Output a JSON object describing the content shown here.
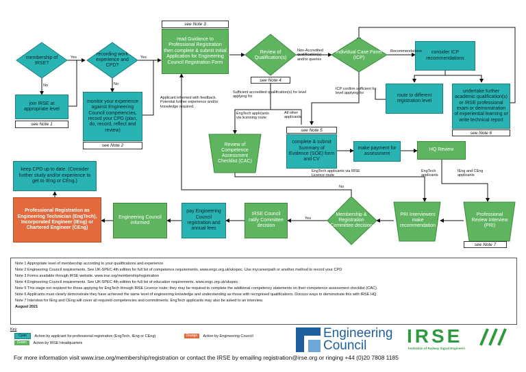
{
  "nodes": {
    "membership": "membership of IRSE?",
    "recording": "recording work experience and CPD?",
    "join_irse": "join IRSE at appropriate level",
    "monitor": "monitor your experience against Engineering Council competencies, record your CPD (plan, do, record, reflect and review)",
    "read_guidance": "read Guidance to Professional Registration then complete & submit Initial Application for Engineering Council Registration Form",
    "review_quals": "Review of Qualification(s)",
    "icp": "Individual Case Panel (ICP)",
    "consider_icp": "consider ICP recommendations",
    "route_different": "route to different registration level",
    "undertake": "undertake further academic qualification(s) or IRSE professional exam or demonstration of experiential learning or write technical report",
    "competence_check": "Review of Competence Assessment Checklist (CAC)",
    "complete_soe": "complete & submit Summary of Evidence (SOE) form and CV",
    "make_payment": "make payment for assessment",
    "hq_review": "HQ Review",
    "keep_cpd": "keep CPD up to date. (Consider further study and/or experience to get to IEng or CEng.)",
    "professional_reg": "Professional Registration as Engineering Technician (EngTech), Incorporated Engineer (IEng) or Chartered Engineer (CEng)",
    "ec_informed": "Engineering Council informed",
    "pay_ec": "pay Engineering Council registration and annual fees",
    "irse_ratify": "IRSE Council ratify Committee decision",
    "mrc_decision": "Membership & Registration Committee decision",
    "pri_interviewers": "PRI Interviewers make recommendation",
    "pri": "Professional Review Interview (PRI)"
  },
  "notes_tags": {
    "n1": "see Note 1",
    "n2": "see Note 2",
    "n3": "see Note 3",
    "n4": "see Note 4",
    "n5": "see Note 5",
    "n6": "see Note 6",
    "n7": "see Note 7"
  },
  "labels": {
    "yes1": "Yes",
    "yes2": "Yes",
    "no1": "No",
    "no2": "No",
    "non_accredited": "Non-Accredited qualification(s) and/or queries",
    "recommendations": "Recommendations",
    "applicant_informed": "Applicant informed with feedback. Potential further experience and/or knowledge required.",
    "sufficient_accredited": "Sufficient accredited qualification(s) for level applying for",
    "icp_confirm": "ICP confirm sufficient for level applying for",
    "engtech_licensing": "EngTech applicants via licensing route",
    "all_other": "All other applicants",
    "engtech_licence": "EngTech applicants via IRSE Licence route",
    "engtech_applicants": "EngTech applicants",
    "ieng_ceng": "IEng and CEng applicants",
    "no3": "No",
    "yes3": "Yes"
  },
  "notes_panel": [
    "Note 1 Appropriate level of membership according to your qualifications and experience",
    "Note 2 Engineering Council requirements.  See UK-SPEC 4th edition for full list of competence requirements. www.engc.org.uk/ukspec. Use mycareerpath or another method to record your CPD",
    "Note 3 Forms available through IRSE website. www.irse.org/membership/registration",
    "Note 4 Engineering Council requirements.  See UK-SPEC 4th edition for full list of education requirements. www.engc.org.uk/ukspec",
    "Note 5 This stage not required for those applying for EngTech through IRSE Licence route; they may be required to complete the additional competency statements on their competence assessment checklist (CAC).",
    "Note 6 Applicants must clearly demonstrate they have achieved the same level of engineering knowledge and understanding as those with recognised qualifications.  Discuss ways to demonstrate this with IRSE HQ.",
    "Note 7 Interview for IEng and CEng will cover all required competencies and commitments. EngTech applicants may also be asked to an interview."
  ],
  "date": "August 2021",
  "key": {
    "title": "Key",
    "cyan_chip": "Cyan",
    "cyan_text": "Action by applicant for professional registration (EngTech, IEng or CEng)",
    "green_chip": "Green",
    "green_text": "Action by IRSE Headquarters",
    "orange_chip": "Orange",
    "orange_text": "Action by Engineering Council"
  },
  "logos": {
    "ec_line1": "Engineering",
    "ec_line2": "Council",
    "irse": "IRSE",
    "irse_sub": "Institution of Railway Signal Engineers"
  },
  "footer": "For more information visit www.irse.org/membership/registration or contact the IRSE by emailing registration@irse.org or ringing +44 (0)20 7808 1185",
  "colors": {
    "cyan": "#2ab3b3",
    "green": "#5fb55f",
    "orange": "#e36a3c",
    "ec_blue": "#1f5f9e",
    "irse_green": "#2e9a3e"
  }
}
